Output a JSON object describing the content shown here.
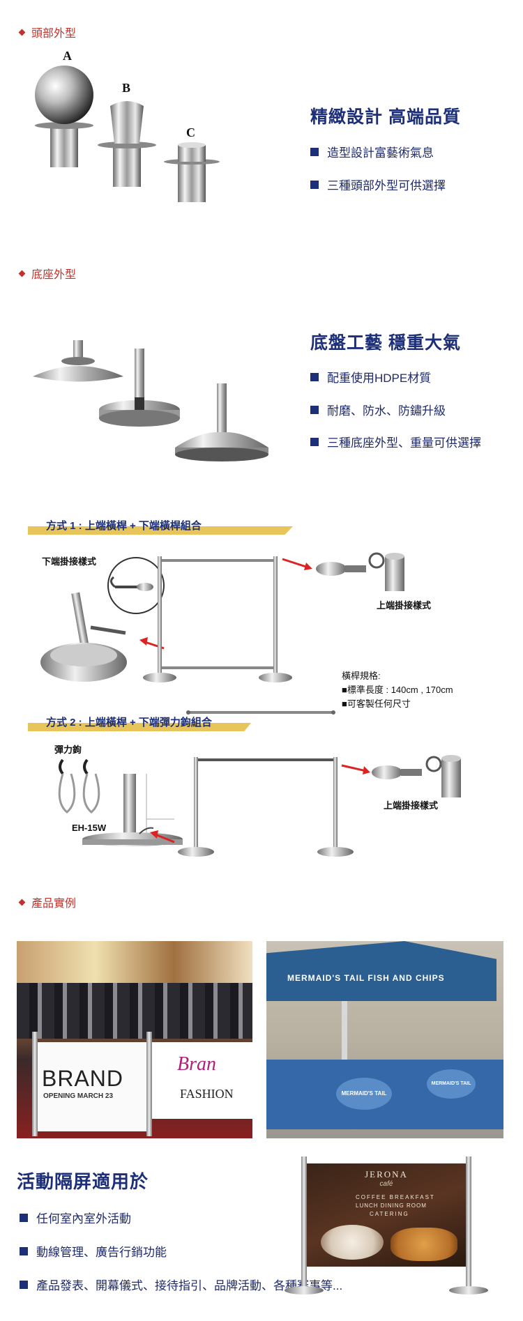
{
  "sections": {
    "head": "頭部外型",
    "base": "底座外型",
    "examples": "產品實例"
  },
  "head_letters": {
    "a": "A",
    "b": "B",
    "c": "C"
  },
  "head_feature": {
    "title": "精緻設計 高端品質",
    "bullets": [
      "造型設計富藝術氣息",
      "三種頭部外型可供選擇"
    ]
  },
  "base_feature": {
    "title": "底盤工藝 穩重大氣",
    "bullets": [
      "配重使用HDPE材質",
      "耐磨、防水、防鏽升級",
      "三種底座外型、重量可供選擇"
    ]
  },
  "method1": {
    "title": "方式 1 : 上端橫桿 + 下端橫桿組合",
    "lower_label": "下端掛接樣式",
    "upper_label": "上端掛接樣式",
    "spec_title": "橫桿規格:",
    "spec_lines": [
      "■標準長度 : 140cm , 170cm",
      "■可客製任何尺寸"
    ]
  },
  "method2": {
    "title": "方式 2 : 上端橫桿 + 下端彈力鉤組合",
    "hook_label": "彈力鉤",
    "model": "EH-15W",
    "upper_label": "上端掛接樣式"
  },
  "photos": {
    "brand": {
      "brand": "BRAND",
      "opening": "OPENING MARCH 23",
      "fashion": "FASHION",
      "script": "Bran"
    },
    "mermaid": {
      "umbrella": "MERMAID'S TAIL FISH AND CHIPS",
      "logo": "MERMAID'S TAIL"
    },
    "jerona": {
      "name": "JERONA",
      "sub": "café",
      "line1": "COFFEE BREAKFAST",
      "line2": "LUNCH DINING ROOM",
      "line3": "CATERING"
    }
  },
  "usage": {
    "title": "活動隔屏適用於",
    "bullets": [
      "任何室內室外活動",
      "動線管理、廣告行銷功能",
      "產品發表、開幕儀式、接待指引、品牌活動、各種賽事等..."
    ]
  },
  "colors": {
    "accent_red": "#c4312a",
    "navy": "#1c2f78",
    "gold": "#e7c55a"
  }
}
